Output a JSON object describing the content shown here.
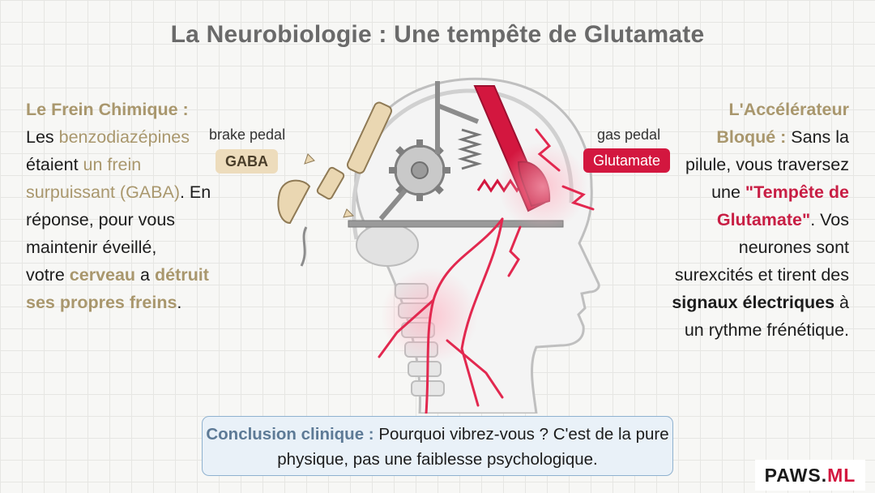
{
  "title": "La Neurobiologie : Une tempête de Glutamate",
  "left_panel": {
    "heading": "Le Frein Chimique :",
    "t1": " Les ",
    "t2": "benzodiazépines",
    "t3": " étaient ",
    "t4": "un frein surpuissant (GABA)",
    "t5": ". En réponse, pour vous maintenir éveillé,",
    "t6": "votre ",
    "t7": "cerveau",
    "t8": " a ",
    "t9": "détruit ses propres freins",
    "t10": "."
  },
  "right_panel": {
    "heading": "L'Accélérateur Bloqué :",
    "t1": " Sans la pilule, vous traversez une ",
    "t2": "\"Tempête de Glutamate\"",
    "t3": ". Vos neurones sont surexcités et tirent des ",
    "t4": "signaux électriques",
    "t5": " à un rythme frénétique."
  },
  "illustration": {
    "brake_label": "brake pedal",
    "brake_tag": "GABA",
    "gas_label": "gas pedal",
    "gas_tag": "Glutamate"
  },
  "conclusion": {
    "label": "Conclusion clinique :",
    "text": " Pourquoi vibrez-vous ? C'est de la pure physique, pas une faiblesse psychologique."
  },
  "brand": {
    "name": "PAWS.",
    "suffix": "ML"
  },
  "colors": {
    "accent_red": "#d3173f",
    "gold": "#a9976d",
    "title_gray": "#6a6a6a",
    "conclusion_blue": "#5d7a96"
  }
}
